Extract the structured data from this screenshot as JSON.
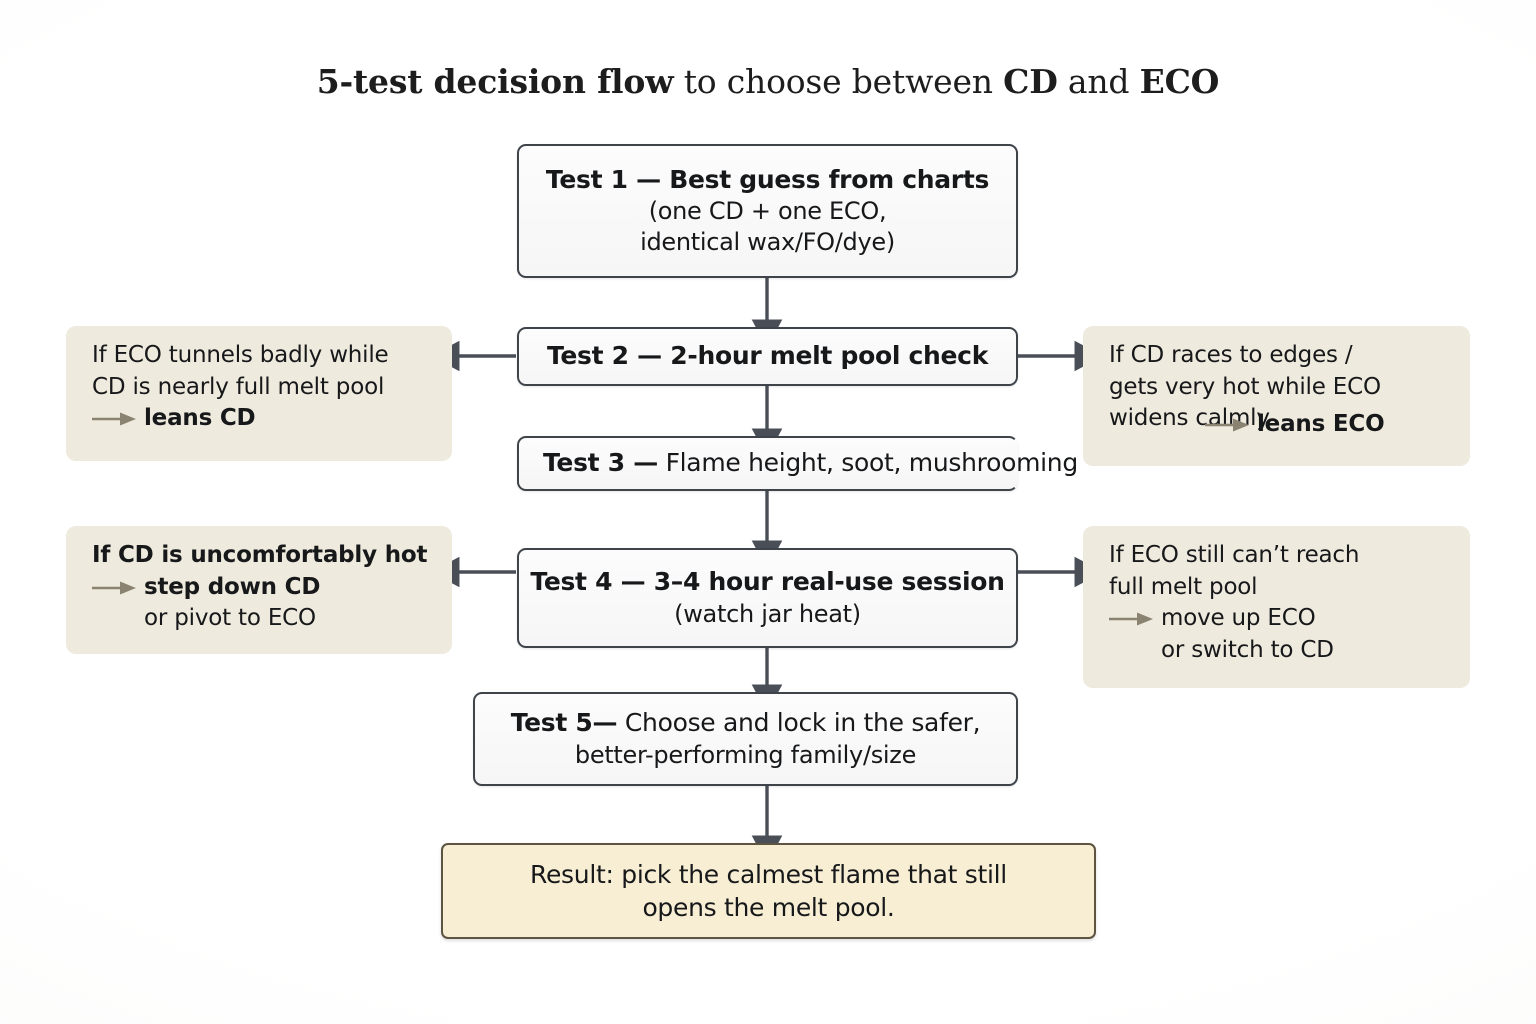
{
  "title": {
    "bold_lead": "5-test decision flow",
    "regular_mid": " to choose between ",
    "bold_tail_1": "CD",
    "regular_tail": " and ",
    "bold_tail_2": "ECO",
    "full": "5-test decision flow to choose between CD and ECO"
  },
  "colors": {
    "background": "#fdfdfc",
    "box_fill": "#f8f8f8",
    "box_border": "#3f444b",
    "note_fill": "#efeade",
    "result_fill": "#f7eed4",
    "result_border": "#5d5442",
    "connector": "#4a4f57",
    "note_arrow": "#8a8372",
    "text": "#17181a"
  },
  "steps": [
    {
      "id": "test-1",
      "head": "Test 1 — Best guess from charts",
      "sub": [
        "(one CD + one ECO,",
        "identical wax/FO/dye)"
      ]
    },
    {
      "id": "test-2",
      "head": "Test 2 — 2-hour melt pool check",
      "sub": []
    },
    {
      "id": "test-3",
      "head_bold": "Test 3 —",
      "head_regular": " Flame height, soot, mushrooming",
      "head": "Test 3 — Flame height, soot, mushrooming",
      "sub": []
    },
    {
      "id": "test-4",
      "head": "Test 4 — 3–4 hour real-use session",
      "sub": [
        "(watch jar heat)"
      ]
    },
    {
      "id": "test-5",
      "head_bold": "Test 5—",
      "head_regular": " Choose and lock in the safer,",
      "head": "Test 5— Choose and lock in the safer,",
      "sub": [
        "better-performing family/size"
      ]
    }
  ],
  "result": {
    "lines": [
      "Result: pick the calmest flame that still",
      "opens the melt pool."
    ]
  },
  "notes": {
    "left_top": {
      "lines": [
        "If ECO tunnels badly while",
        "CD is nearly full melt pool"
      ],
      "arrow_line": "leans CD",
      "arrow_glyph": "⟶"
    },
    "right_top": {
      "lines": [
        "If CD races to edges /",
        "gets very hot while ECO",
        "widens calmly"
      ],
      "arrow_line": "leans ECO",
      "arrow_glyph": "⟶"
    },
    "left_bottom": {
      "lines": [
        "If CD is uncomfortably hot"
      ],
      "arrow_line": "step down CD",
      "extra_line": "or pivot to ECO",
      "arrow_glyph": "⟶"
    },
    "right_bottom": {
      "lines": [
        "If ECO still can’t reach",
        "full melt pool"
      ],
      "arrow_line": "move up ECO",
      "extra_line": "or switch to CD",
      "arrow_glyph": "⟶"
    }
  }
}
